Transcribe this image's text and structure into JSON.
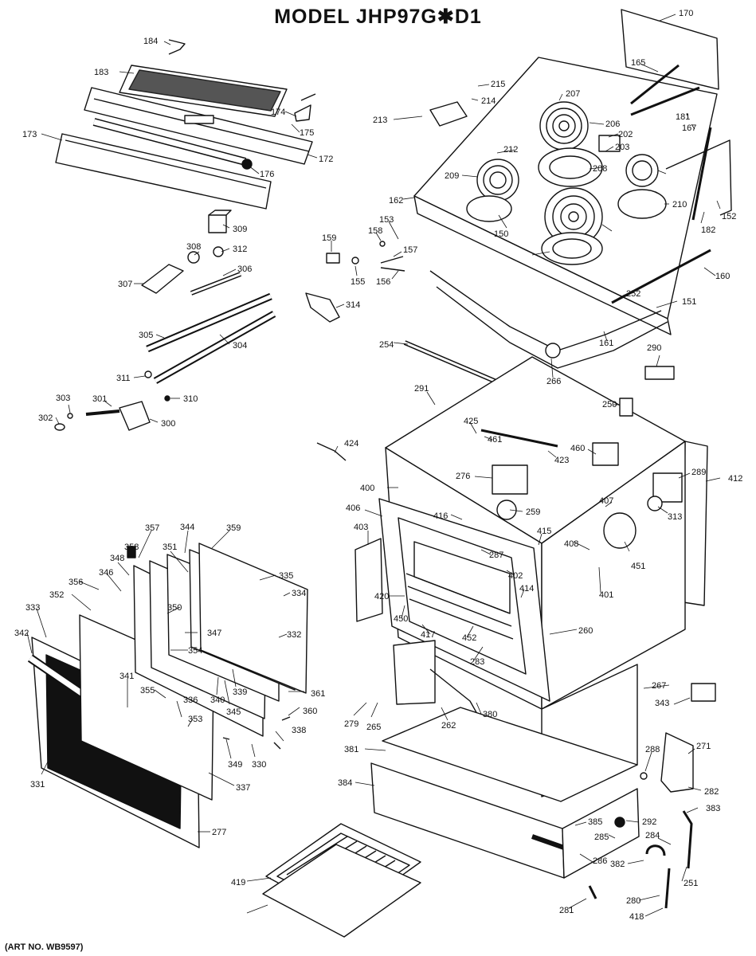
{
  "header": {
    "title": "MODEL  JHP97G✱D1"
  },
  "footer": {
    "art_number": "(ART NO. WB9597)"
  },
  "callouts": [
    "184",
    "183",
    "173",
    "174",
    "175",
    "176",
    "172",
    "309",
    "308",
    "312",
    "307",
    "306",
    "305",
    "304",
    "311",
    "310",
    "303",
    "302",
    "301",
    "300",
    "159",
    "158",
    "157",
    "153",
    "155",
    "156",
    "314",
    "215",
    "214",
    "213",
    "207",
    "206",
    "202",
    "203",
    "212",
    "209",
    "208",
    "210",
    "150",
    "162",
    "170",
    "165",
    "181",
    "167",
    "182",
    "152",
    "160",
    "252",
    "151",
    "161",
    "254",
    "266",
    "290",
    "250",
    "291",
    "424",
    "425",
    "461",
    "423",
    "460",
    "276",
    "400",
    "406",
    "289",
    "412",
    "407",
    "313",
    "416",
    "259",
    "403",
    "287",
    "415",
    "408",
    "451",
    "402",
    "420",
    "414",
    "401",
    "450",
    "417",
    "452",
    "283",
    "260",
    "267",
    "343",
    "357",
    "344",
    "359",
    "358",
    "351",
    "348",
    "335",
    "356",
    "346",
    "334",
    "352",
    "350",
    "347",
    "332",
    "333",
    "354",
    "342",
    "355",
    "341",
    "339",
    "340",
    "345",
    "361",
    "336",
    "353",
    "360",
    "338",
    "349",
    "330",
    "331",
    "337",
    "277",
    "279",
    "265",
    "262",
    "380",
    "381",
    "384",
    "288",
    "271",
    "282",
    "383",
    "385",
    "292",
    "285",
    "284",
    "382",
    "286",
    "251",
    "281",
    "280",
    "418",
    "419"
  ]
}
